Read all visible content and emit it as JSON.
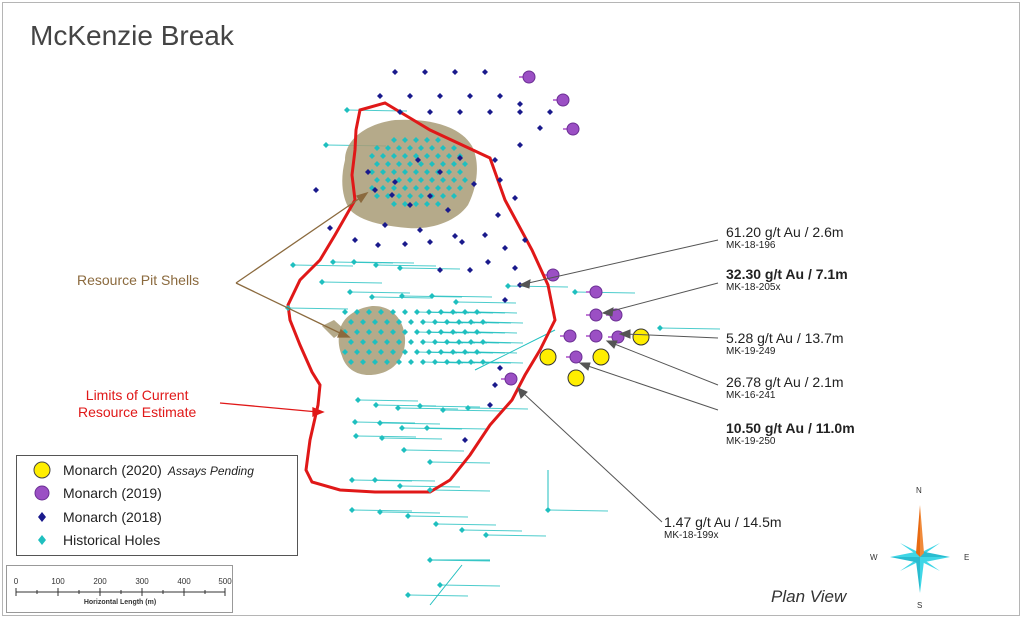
{
  "title": "McKenzie Break",
  "labels": {
    "pit_shells": "Resource Pit Shells",
    "limits_line1": "Limits of Current",
    "limits_line2": "Resource Estimate",
    "plan_view": "Plan View"
  },
  "intercepts": [
    {
      "result": "61.20 g/t Au / 2.6m",
      "hole": "MK-18-196",
      "bold": false
    },
    {
      "result": "32.30 g/t Au / 7.1m",
      "hole": "MK-18-205x",
      "bold": true
    },
    {
      "result": "5.28 g/t Au / 13.7m",
      "hole": "MK-19-249",
      "bold": false
    },
    {
      "result": "26.78 g/t Au / 2.1m",
      "hole": "MK-16-241",
      "bold": false
    },
    {
      "result": "10.50 g/t Au / 11.0m",
      "hole": "MK-19-250",
      "bold": true
    },
    {
      "result": "1.47 g/t Au / 14.5m",
      "hole": "MK-18-199x",
      "bold": false
    }
  ],
  "legend": {
    "items": [
      {
        "label": "Monarch (2020)",
        "note": "Assays Pending",
        "symbol": "yellow-circle"
      },
      {
        "label": "Monarch (2019)",
        "note": "",
        "symbol": "purple-circle"
      },
      {
        "label": "Monarch (2018)",
        "note": "",
        "symbol": "navy-diamond"
      },
      {
        "label": "Historical Holes",
        "note": "",
        "symbol": "teal-diamond"
      }
    ]
  },
  "scale": {
    "ticks": [
      "0",
      "100",
      "200",
      "300",
      "400",
      "500"
    ],
    "caption": "Horizontal Length (m)"
  },
  "compass": {
    "n": "N",
    "s": "S",
    "e": "E",
    "w": "W"
  },
  "colors": {
    "limit_line": "#e01818",
    "pit_shell": "#a89b76",
    "historical": "#1fbfbf",
    "monarch_2018": "#1a1a8c",
    "monarch_2019": "#9b4fc4",
    "monarch_2020": "#ffee00",
    "callout_brown": "#8b6a3e"
  }
}
